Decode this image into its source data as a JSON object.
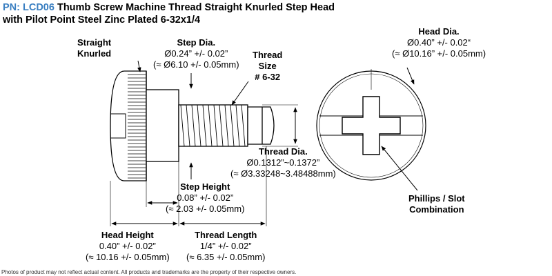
{
  "title": {
    "pn": "PN: LCD06",
    "line1": "Thumb Screw Machine Thread Straight Knurled Step Head",
    "line2": "with Pilot Point Steel Zinc Plated 6-32x1/4"
  },
  "labels": {
    "straight_knurled": [
      "Straight",
      "Knurled"
    ],
    "step_dia": [
      "Step Dia.",
      "Ø0.24” +/- 0.02”",
      "(≈ Ø6.10 +/- 0.05mm)"
    ],
    "thread_size": [
      "Thread",
      "Size",
      "# 6-32"
    ],
    "head_dia": [
      "Head Dia.",
      "Ø0.40” +/- 0.02“",
      "(≈ Ø10.16” +/- 0.05mm)"
    ],
    "thread_dia": [
      "Thread Dia.",
      "Ø0.1312”~0.1372”",
      "(≈ Ø3.33248~3.48488mm)"
    ],
    "step_height": [
      "Step Height",
      "0.08” +/- 0.02”",
      "(≈ 2.03 +/- 0.05mm)"
    ],
    "head_height": [
      "Head Height",
      "0.40” +/- 0.02”",
      "(≈ 10.16 +/- 0.05mm)"
    ],
    "thread_length": [
      "Thread Length",
      "1/4” +/- 0.02”",
      "(≈ 6.35 +/- 0.05mm)"
    ],
    "phillips_slot": [
      "Phillips / Slot",
      "Combination"
    ]
  },
  "footer": "Photos of product may not reflect actual content. All products and trademarks are the property of their respective owners.",
  "colors": {
    "pn": "#3a7fc1",
    "line": "#000000"
  }
}
